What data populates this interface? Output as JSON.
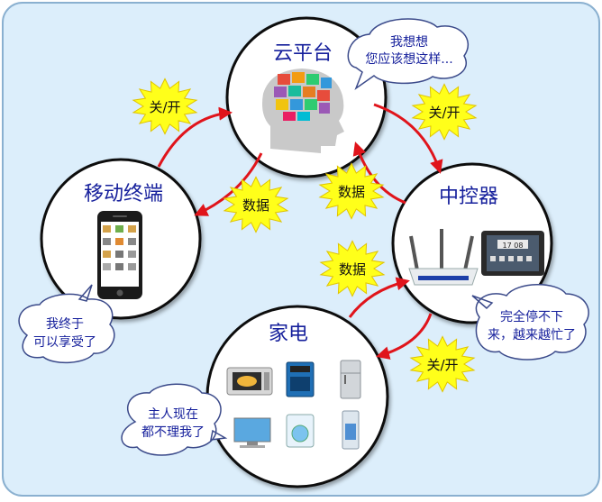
{
  "nodes": {
    "cloud": {
      "title": "云平台"
    },
    "mobile": {
      "title": "移动终端"
    },
    "controller": {
      "title": "中控器"
    },
    "appliances": {
      "title": "家电"
    }
  },
  "flow_labels": {
    "mobile_to_cloud": "关/开",
    "cloud_to_controller": "关/开",
    "controller_to_appliances": "关/开",
    "cloud_to_mobile": "数据",
    "controller_to_cloud": "数据",
    "appliances_to_controller": "数据"
  },
  "speech_bubbles": {
    "cloud": [
      "我想想",
      "您应该想这样..."
    ],
    "mobile": [
      "我终于",
      "可以享受了"
    ],
    "controller": [
      "完全停不下",
      "来，越来越忙了"
    ],
    "appliances": [
      "主人现在",
      "都不理我了"
    ]
  },
  "phone_screen": {
    "time": "",
    "icons": 12
  },
  "tablet_screen": {
    "clock": "17 08"
  },
  "colors": {
    "background": "#dceefb",
    "border": "#8ab0d0",
    "arrow": "#e0141b",
    "burst": "#ffff1a",
    "node_title": "#16209c",
    "bubble_text": "#16209c"
  }
}
